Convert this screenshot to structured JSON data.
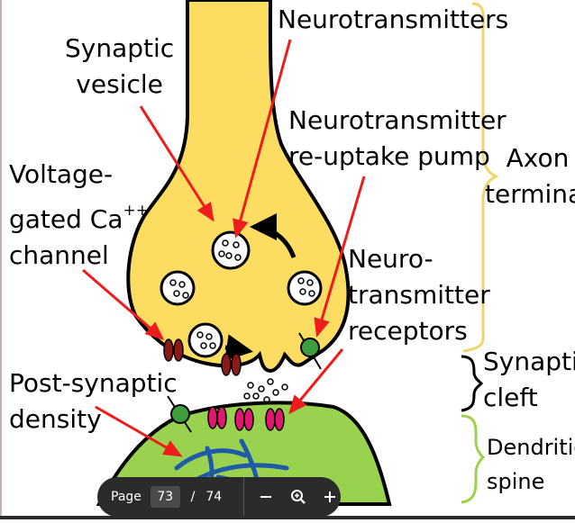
{
  "labels": {
    "neurotransmitters": "Neurotransmitters",
    "synaptic_vesicle": [
      "Synaptic",
      "vesicle"
    ],
    "reuptake_pump": [
      "Neurotransmitter",
      "re-uptake pump"
    ],
    "axon_terminal": [
      "Axon",
      "terminal"
    ],
    "voltage_gated": [
      "Voltage-",
      "gated Ca",
      "channel"
    ],
    "voltage_gated_sup": "++",
    "receptors": [
      "Neuro-",
      "transmitter",
      "receptors"
    ],
    "synaptic_cleft": [
      "Synaptic",
      "cleft"
    ],
    "post_synaptic_density": [
      "Post-synaptic",
      "density"
    ],
    "dendritic_spine": [
      "Dendritic",
      "spine"
    ]
  },
  "toolbar": {
    "page_label": "Page",
    "current_page": "73",
    "separator": "/",
    "total_pages": "74"
  },
  "colors": {
    "axon_fill": "#fcdd61",
    "dendrite_fill": "#98d24f",
    "arrow_red": "#ee1c1c",
    "brace": "#f0d56a",
    "brace_green": "#9fd24a",
    "channel": "#8b1a1a",
    "receptor": "#e0196f",
    "pump": "#3e9e3e",
    "density": "#1e5aa8"
  }
}
